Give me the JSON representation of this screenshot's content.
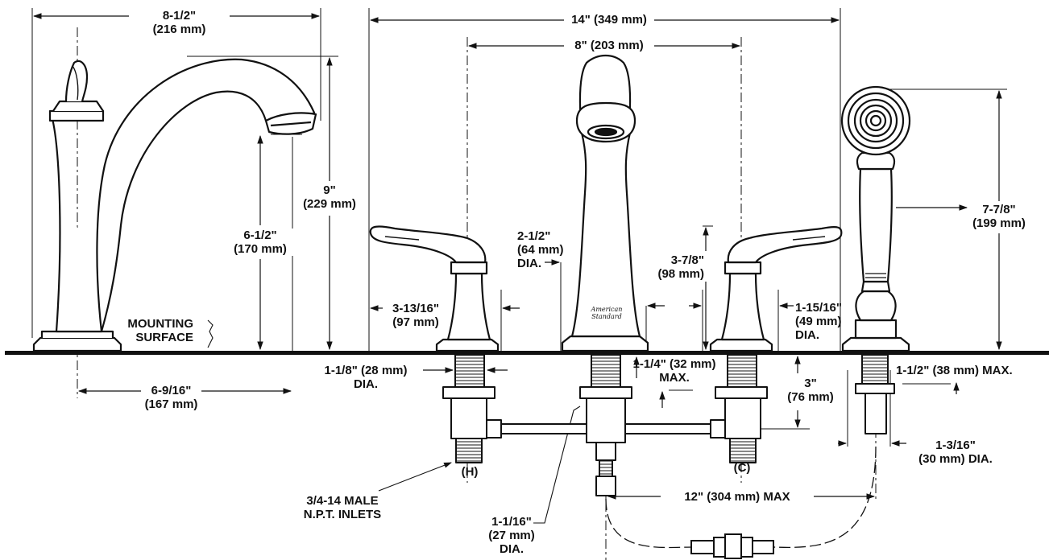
{
  "dimensions": {
    "spout_width": {
      "line1": "8-1/2\"",
      "line2": "(216 mm)"
    },
    "overall_width": {
      "text": "14\" (349 mm)"
    },
    "center_spread": {
      "text": "8\" (203 mm)"
    },
    "spout_height": {
      "line1": "9\"",
      "line2": "(229 mm)"
    },
    "spout_clearance": {
      "line1": "6-1/2\"",
      "line2": "(170 mm)"
    },
    "mounting_surface": {
      "line1": "MOUNTING",
      "line2": "SURFACE"
    },
    "spout_reach": {
      "line1": "6-9/16\"",
      "line2": "(167 mm)"
    },
    "handle_reach_left": {
      "line1": "3-13/16\"",
      "line2": "(97 mm)"
    },
    "spout_base_dia": {
      "line1": "2-1/2\"",
      "line2": "(64 mm)",
      "line3": "DIA."
    },
    "handle_height": {
      "line1": "3-7/8\"",
      "line2": "(98 mm)"
    },
    "handle_base_dia": {
      "line1": "1-15/16\"",
      "line2": "(49 mm)",
      "line3": "DIA."
    },
    "shank_dia": {
      "line1": "1-1/8\" (28 mm)",
      "line2": "DIA."
    },
    "deck_thickness": {
      "line1": "1-1/4\" (32 mm)",
      "line2": "MAX."
    },
    "valve_depth": {
      "line1": "3\"",
      "line2": "(76 mm)"
    },
    "spray_deck_max": {
      "text": "1-1/2\" (38 mm) MAX."
    },
    "handspray_height": {
      "line1": "7-7/8\"",
      "line2": "(199 mm)"
    },
    "hose_dia": {
      "line1": "1-3/16\"",
      "line2": "(30 mm) DIA."
    },
    "hose_reach": {
      "text": "12\" (304 mm) MAX"
    },
    "inlets": {
      "line1": "3/4-14 MALE",
      "line2": "N.P.T. INLETS"
    },
    "outlet_dia": {
      "line1": "1-1/16\"",
      "line2": "(27 mm)",
      "line3": "DIA."
    }
  },
  "markers": {
    "hot": "(H)",
    "cold": "(C)"
  },
  "logo": {
    "line1": "American",
    "line2": "Standard"
  }
}
